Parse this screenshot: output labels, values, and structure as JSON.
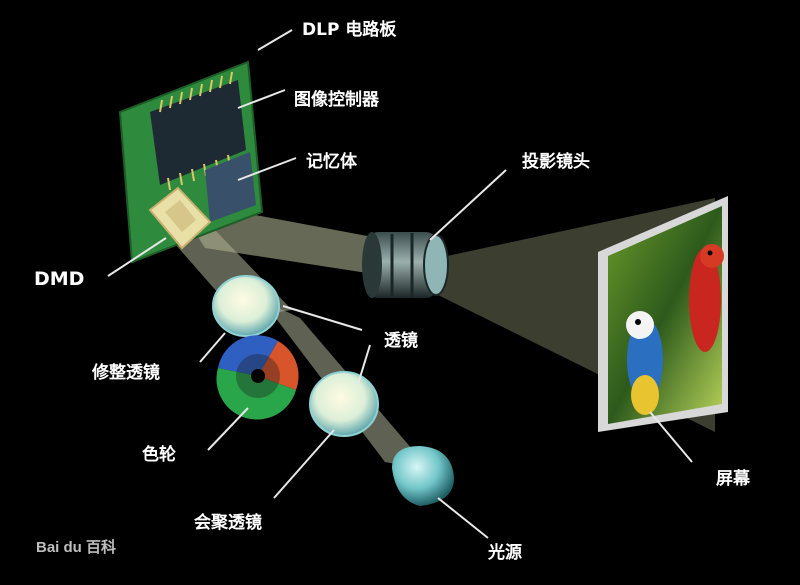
{
  "labels": {
    "circuit_board": "DLP 电路板",
    "image_controller": "图像控制器",
    "memory": "记忆体",
    "projection_lens": "投影镜头",
    "dmd": "DMD",
    "lens": "透镜",
    "shaping_lens": "修整透镜",
    "color_wheel": "色轮",
    "condenser_lens": "会聚透镜",
    "screen": "屏幕",
    "light_source": "光源"
  },
  "watermark": "Bai du 百科",
  "colors": {
    "background": "#000000",
    "board": "#2e8a3c",
    "beam": "#e8ecc8",
    "wheel_blue": "#2f5fc0",
    "wheel_red": "#d8542a",
    "wheel_green": "#2aa64a",
    "lens": "#bfe6ea"
  }
}
